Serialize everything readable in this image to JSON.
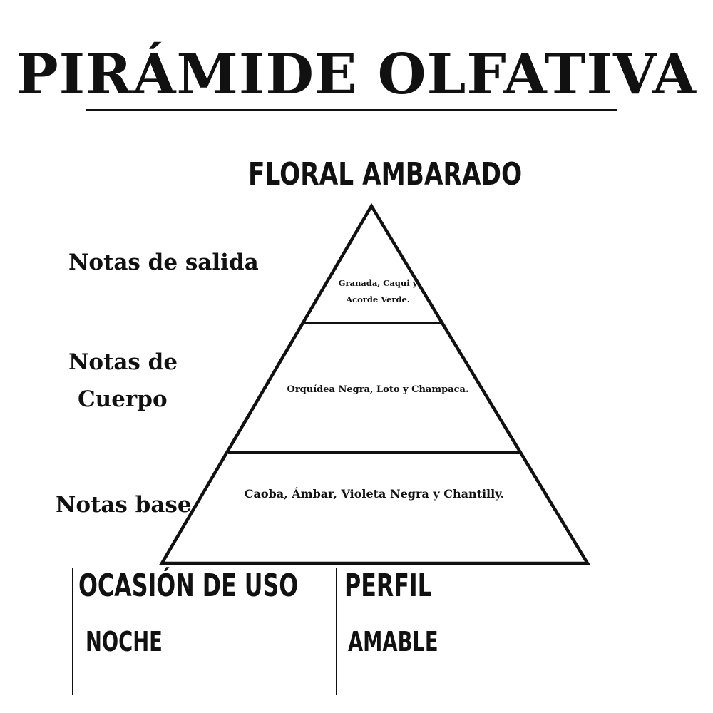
{
  "title": "PIRÁMIDE OLFATIVA",
  "family": "FLORAL AMBARADO",
  "pyramid": {
    "levels": [
      {
        "label": "Notas de salida",
        "notes_lines": [
          "Granada, Caqui y",
          "Acorde Verde."
        ]
      },
      {
        "label_lines": [
          "Notas de",
          "Cuerpo"
        ],
        "notes": "Orquídea Negra, Loto y Champaca."
      },
      {
        "label": "Notas base",
        "notes": "Caoba, Ámbar, Violeta Negra y Chantilly."
      }
    ]
  },
  "info": {
    "occasion": {
      "heading": "OCASIÓN DE USO",
      "value": "NOCHE"
    },
    "profile": {
      "heading": "PERFIL",
      "value": "AMABLE"
    }
  },
  "colors": {
    "ink": "#111111",
    "background": "#ffffff"
  }
}
